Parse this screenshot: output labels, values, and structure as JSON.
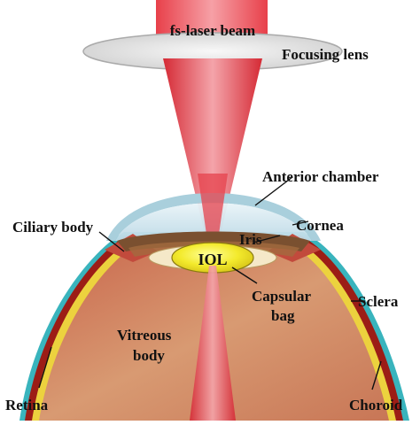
{
  "labels": {
    "beam": "fs-laser beam",
    "focusing_lens": "Focusing lens",
    "anterior_chamber": "Anterior chamber",
    "ciliary_body": "Ciliary body",
    "cornea": "Cornea",
    "iris": "Iris",
    "iol": "IOL",
    "capsular_bag_line1": "Capsular",
    "capsular_bag_line2": "bag",
    "sclera": "Sclera",
    "vitreous_line1": "Vitreous",
    "vitreous_line2": "body",
    "retina": "Retina",
    "choroid": "Choroid"
  },
  "colors": {
    "laser": "#e0323c",
    "lens": "#e6e6e6",
    "cornea": "#cfe6ef",
    "iris": "#7a5232",
    "iol": "#f2ec3a",
    "sclera": "#3ab7c0",
    "retina": "#f0d23c",
    "choroid": "#a01c14",
    "vitreous": "#cf7f60"
  }
}
